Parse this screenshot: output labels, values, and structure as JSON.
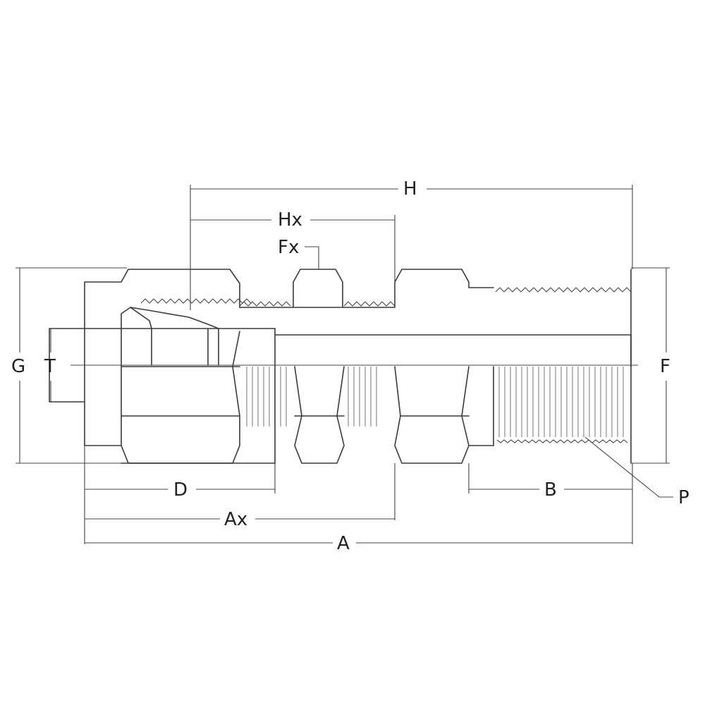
{
  "labels": {
    "H": "H",
    "Hx": "Hx",
    "Fx": "Fx",
    "G": "G",
    "T": "T",
    "F": "F",
    "D": "D",
    "Ax": "Ax",
    "A": "A",
    "B": "B",
    "P": "P"
  }
}
